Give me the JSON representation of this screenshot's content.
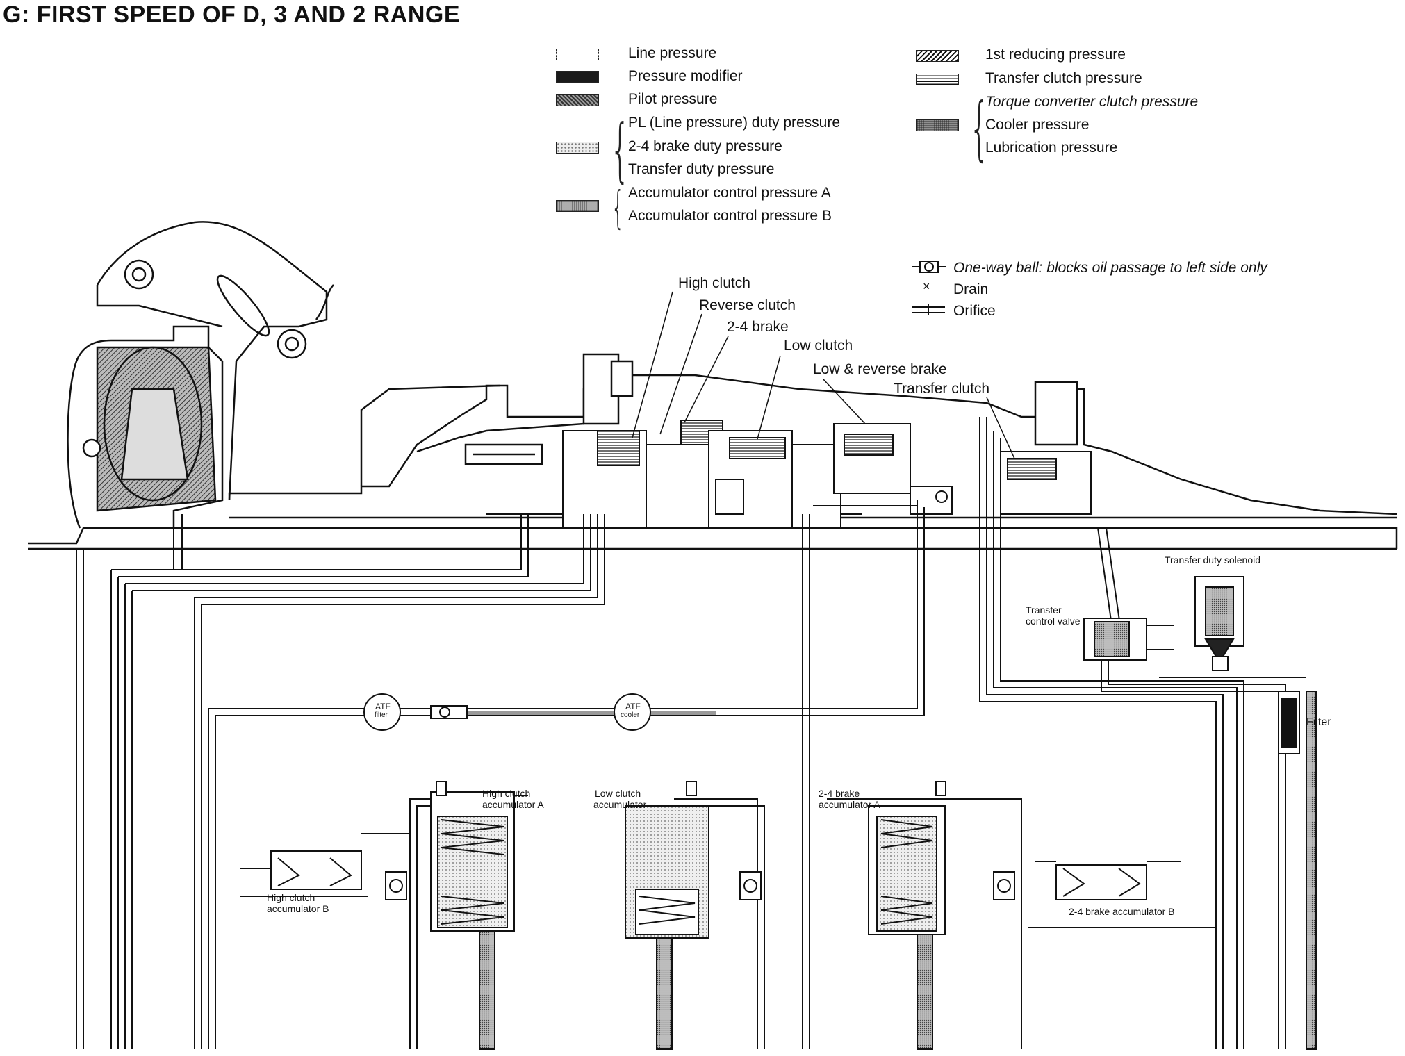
{
  "title": "G: FIRST SPEED OF D, 3 AND 2 RANGE",
  "legend": {
    "line_pressure": "Line pressure",
    "pressure_modifier": "Pressure modifier",
    "pilot_pressure": "Pilot pressure",
    "pl_duty_pressure": "PL (Line pressure) duty pressure",
    "brake_24_duty_pressure": "2-4 brake duty pressure",
    "transfer_duty_pressure": "Transfer duty pressure",
    "acc_control_a": "Accumulator control pressure A",
    "acc_control_b": "Accumulator control pressure B",
    "first_reducing": "1st reducing pressure",
    "transfer_clutch_pressure": "Transfer clutch pressure",
    "tcc_pressure": "Torque converter clutch pressure",
    "cooler_pressure": "Cooler pressure",
    "lubrication_pressure": "Lubrication pressure"
  },
  "symbols": {
    "one_way_ball": "One-way ball: blocks oil passage to left side only",
    "drain": "Drain",
    "orifice": "Orifice",
    "drain_glyph": "×"
  },
  "components": {
    "high_clutch": "High clutch",
    "reverse_clutch": "Reverse clutch",
    "brake_24": "2-4 brake",
    "low_clutch": "Low clutch",
    "low_reverse_brake": "Low & reverse brake",
    "transfer_clutch": "Transfer clutch",
    "transfer_duty_solenoid": "Transfer duty solenoid",
    "transfer_control_valve_1": "Transfer",
    "transfer_control_valve_2": "control valve",
    "filter": "Filter",
    "atf_filter_1": "ATF",
    "atf_filter_2": "filter",
    "atf_cooler_1": "ATF",
    "atf_cooler_2": "cooler",
    "high_clutch_acc_a_1": "High clutch",
    "high_clutch_acc_a_2": "accumulator A",
    "high_clutch_acc_b_1": "High clutch",
    "high_clutch_acc_b_2": "accumulator B",
    "low_clutch_acc_1": "Low clutch",
    "low_clutch_acc_2": "accumulator",
    "brake_24_acc_a_1": "2-4 brake",
    "brake_24_acc_a_2": "accumulator A",
    "brake_24_acc_b": "2-4 brake accumulator B"
  },
  "colors": {
    "ink": "#111111",
    "line_pressure_fill": "#ffffff",
    "pressure_modifier_fill": "#1a1a1a",
    "pilot_fill": "#555555",
    "duty_fill": "#bdbdbd",
    "acc_control_fill": "#9e9e9e",
    "cooler_fill": "#8a8a8a"
  }
}
